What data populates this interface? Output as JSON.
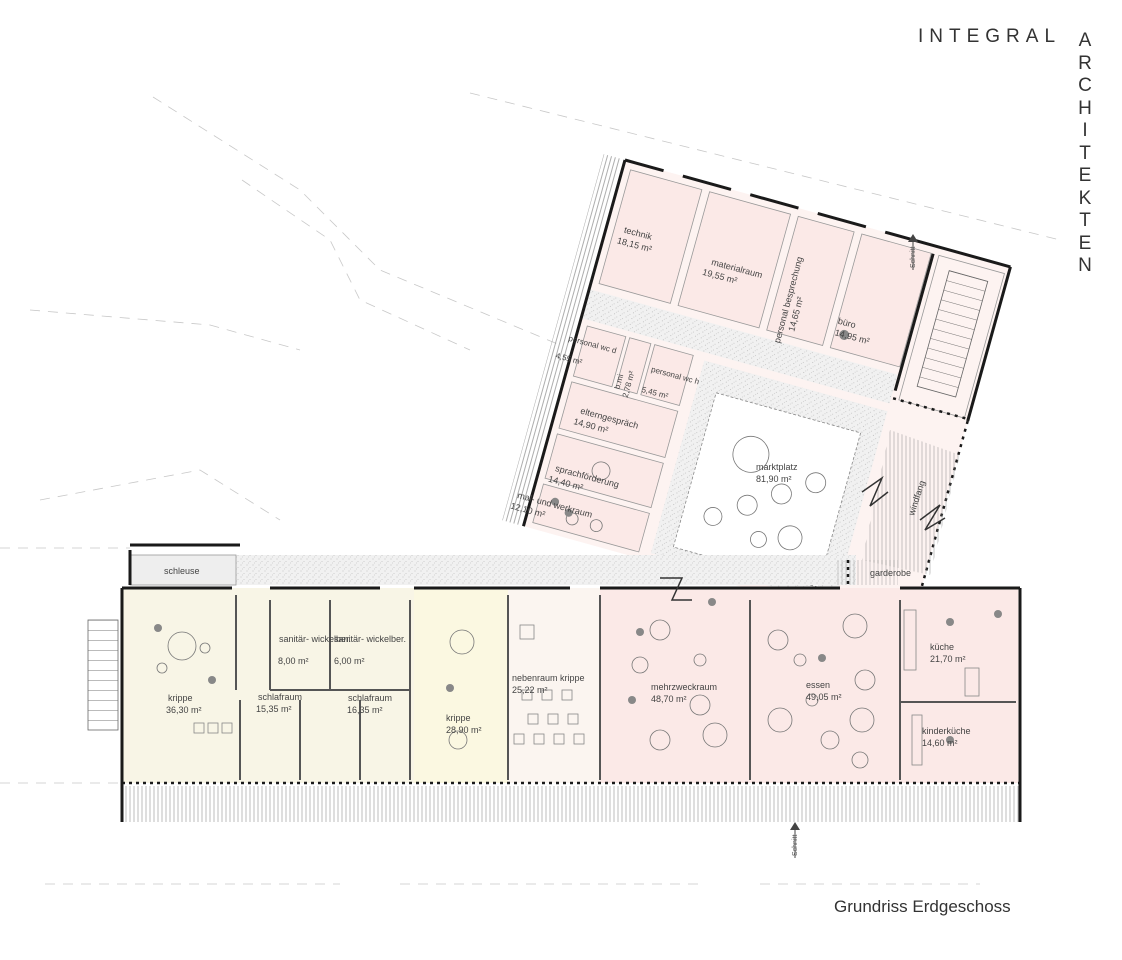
{
  "brand": {
    "line1": "INTEGRAL",
    "line2": "ARCHITEKTEN"
  },
  "caption": "Grundriss Erdgeschoss",
  "colors": {
    "wall": "#1a1a1a",
    "pink_fill": "#fbe9e7",
    "cream_fill": "#f8f5e6",
    "yellow_fill": "#fbf8e1",
    "corridor": "#eeeeee",
    "line": "#9a9a9a"
  },
  "labels": {
    "schnitt_top": "Schnitt",
    "schnitt_bottom": "Schnitt",
    "schleuse": "schleuse",
    "garderobe": "garderobe",
    "windfang": "windfang"
  },
  "rooms_north": [
    {
      "id": "technik",
      "name": "technik",
      "area": "18,15 m²"
    },
    {
      "id": "materialraum",
      "name": "materialraum",
      "area": "19,55 m²"
    },
    {
      "id": "personal-besprechung",
      "name": "personal besprechung",
      "area": "14,65 m²"
    },
    {
      "id": "buero",
      "name": "büro",
      "area": "14,95 m²"
    },
    {
      "id": "personal-wc-d",
      "name": "personal wc d",
      "area": "4,55 m²"
    },
    {
      "id": "bimi",
      "name": "b.mi",
      "area": "2,78 m²"
    },
    {
      "id": "personal-wc-h",
      "name": "personal wc h",
      "area": "5,45 m²"
    },
    {
      "id": "elterngespraech",
      "name": "elterngespräch",
      "area": "14,90 m²"
    },
    {
      "id": "sprachfoerderung",
      "name": "sprachförderung",
      "area": "14,40 m²"
    },
    {
      "id": "mal-und-werkraum",
      "name": "mal- und werkraum",
      "area": "12,10 m²"
    },
    {
      "id": "marktplatz",
      "name": "marktplatz",
      "area": "81,90 m²"
    }
  ],
  "rooms_south": [
    {
      "id": "krippe-1",
      "name": "krippe",
      "area": "36,30 m²"
    },
    {
      "id": "sanitaer-1",
      "name": "sanitär- wickelber.",
      "area": "8,00 m²"
    },
    {
      "id": "sanitaer-2",
      "name": "sanitär- wickelber.",
      "area": "6,00 m²"
    },
    {
      "id": "schlafraum-1",
      "name": "schlafraum",
      "area": "15,35 m²"
    },
    {
      "id": "schlafraum-2",
      "name": "schlafraum",
      "area": "16,35 m²"
    },
    {
      "id": "krippe-2",
      "name": "krippe",
      "area": "28,90 m²"
    },
    {
      "id": "nebenraum-krippe",
      "name": "nebenraum krippe",
      "area": "25,22 m²"
    },
    {
      "id": "mehrzweckraum",
      "name": "mehrzweckraum",
      "area": "48,70 m²"
    },
    {
      "id": "essen",
      "name": "essen",
      "area": "49,05 m²"
    },
    {
      "id": "kueche",
      "name": "küche",
      "area": "21,70 m²"
    },
    {
      "id": "kinderkueche",
      "name": "kinderküche",
      "area": "14,60 m²"
    }
  ]
}
